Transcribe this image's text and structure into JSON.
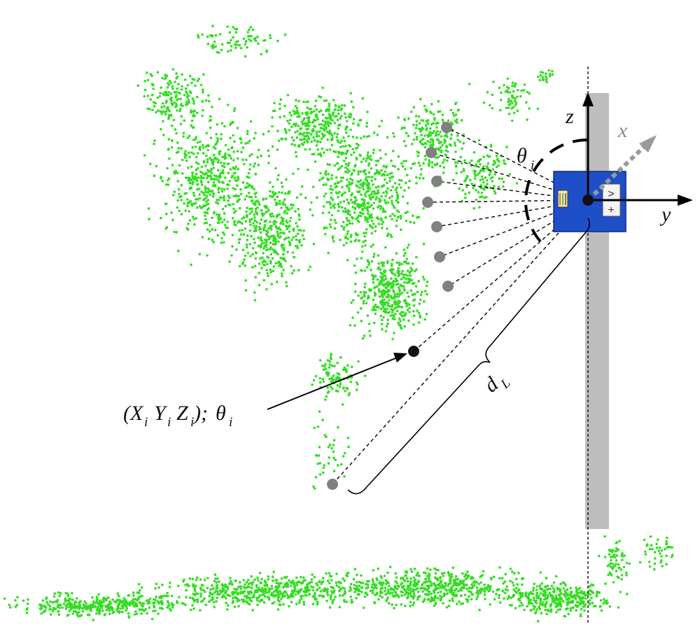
{
  "labels": {
    "axis_z": "z",
    "axis_y": "y",
    "axis_x": "x",
    "theta_symbol": "θ",
    "theta_sub": "i",
    "distance_symbol": "d",
    "distance_sub": "L",
    "point_label_open": "(",
    "point_X": "X",
    "point_Y": "Y",
    "point_Z": "Z",
    "sub_i": "i",
    "point_label_close": ");",
    "point_theta": "θ",
    "sensor_symbol_top": ">",
    "sensor_symbol_bottom": "+"
  },
  "colors": {
    "point_cloud": "#33dd22",
    "sensor_body": "#1f4fc8",
    "pole": "#bdbdbd",
    "beam_point": "#808080",
    "axis": "#000000",
    "x_axis": "#9a9a9a"
  },
  "icons": {
    "sensor": "lidar-scanner-icon"
  }
}
